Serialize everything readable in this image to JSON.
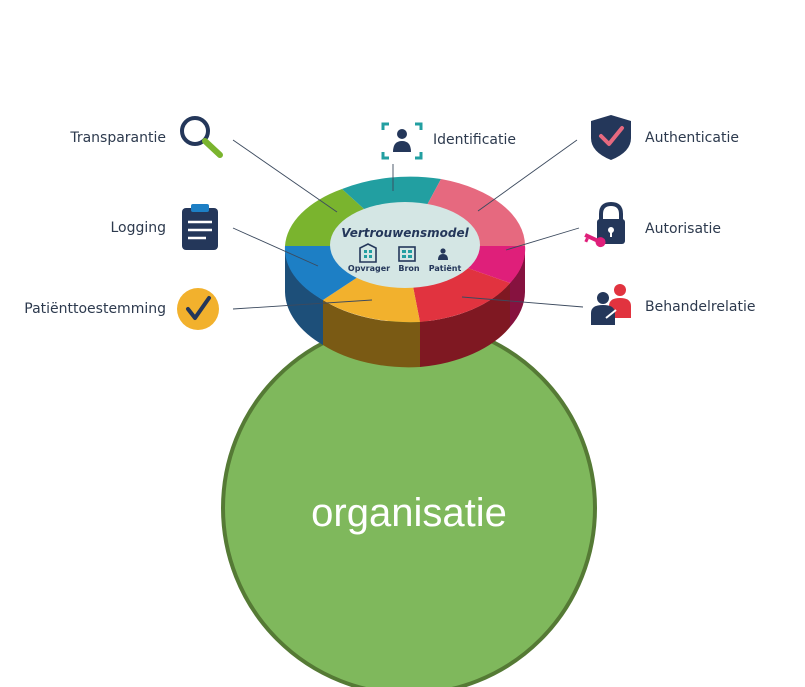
{
  "labels": {
    "transparantie": "Transparantie",
    "identificatie": "Identificatie",
    "authenticatie": "Authenticatie",
    "logging": "Logging",
    "autorisatie": "Autorisatie",
    "patienttoestemming": "Patiënttoestemming",
    "behandelrelatie": "Behandelrelatie"
  },
  "center": {
    "title": "Vertrouwensmodel",
    "opvrager": "Opvrager",
    "bron": "Bron",
    "patient": "Patiënt"
  },
  "organisatie": "organisatie",
  "colors": {
    "green": "#7fb85c",
    "green_border": "#557a35",
    "teal": "#229fa1",
    "pink": "#e6697f",
    "magenta": "#df1f7a",
    "red": "#e1333f",
    "yellow": "#f2b12d",
    "blue": "#1d7fc5",
    "lime": "#7ab42e",
    "navy": "#24375a",
    "center": "#d4e6e4"
  },
  "icons": [
    "search-icon",
    "person-scan-icon",
    "shield-check-icon",
    "clipboard-icon",
    "lock-key-icon",
    "check-circle-icon",
    "people-handshake-icon"
  ]
}
